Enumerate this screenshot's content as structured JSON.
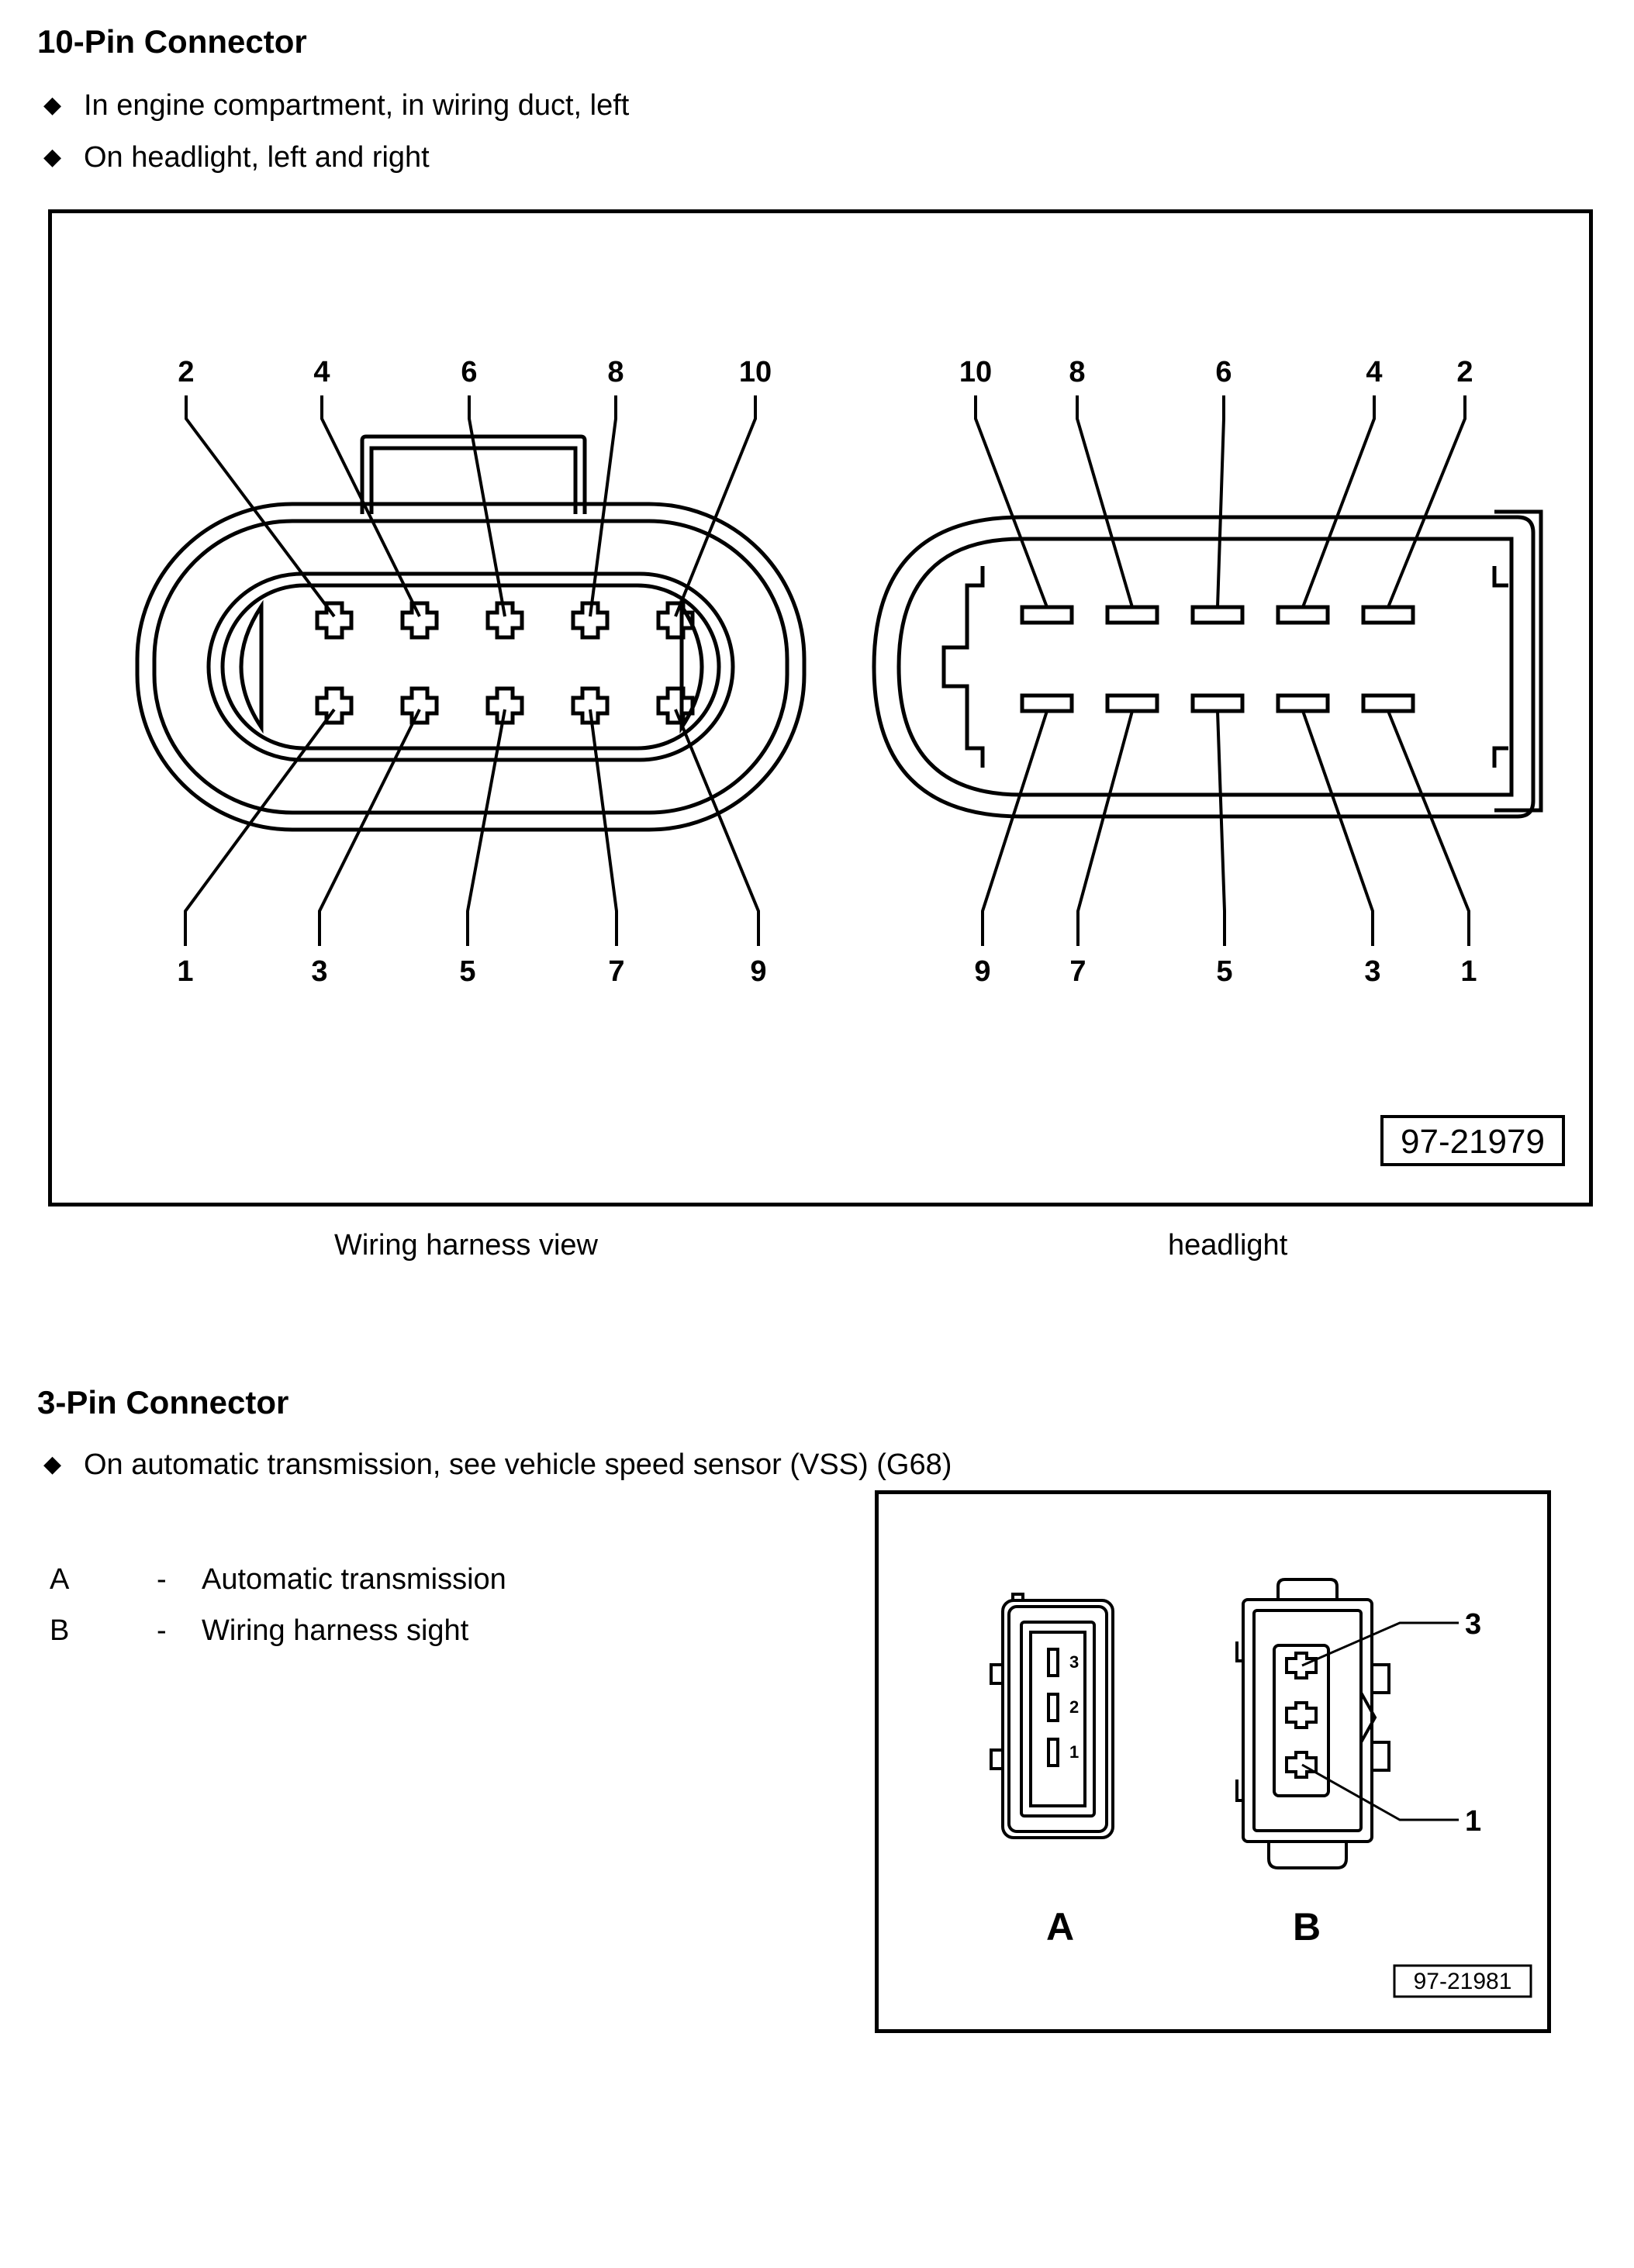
{
  "section1": {
    "heading": "10-Pin Connector",
    "bullets": [
      "In engine compartment, in wiring duct, left",
      "On headlight, left and right"
    ],
    "figure": {
      "left_top_labels": [
        "2",
        "4",
        "6",
        "8",
        "10"
      ],
      "left_bottom_labels": [
        "1",
        "3",
        "5",
        "7",
        "9"
      ],
      "right_top_labels": [
        "10",
        "8",
        "6",
        "4",
        "2"
      ],
      "right_bottom_labels": [
        "9",
        "7",
        "5",
        "3",
        "1"
      ],
      "figure_number": "97-21979"
    },
    "captions": [
      "Wiring harness view",
      "headlight"
    ]
  },
  "section2": {
    "heading": "3-Pin Connector",
    "bullets": [
      "On automatic transmission, see vehicle speed sensor (VSS) (G68)"
    ],
    "legend": [
      {
        "key": "A",
        "dash": "-",
        "text": "Automatic transmission"
      },
      {
        "key": "B",
        "dash": "-",
        "text": "Wiring harness sight"
      }
    ],
    "figure": {
      "pins_a": [
        "3",
        "2",
        "1"
      ],
      "callouts_b": [
        "3",
        "1"
      ],
      "view_a": "A",
      "view_b": "B",
      "figure_number": "97-21981"
    }
  }
}
